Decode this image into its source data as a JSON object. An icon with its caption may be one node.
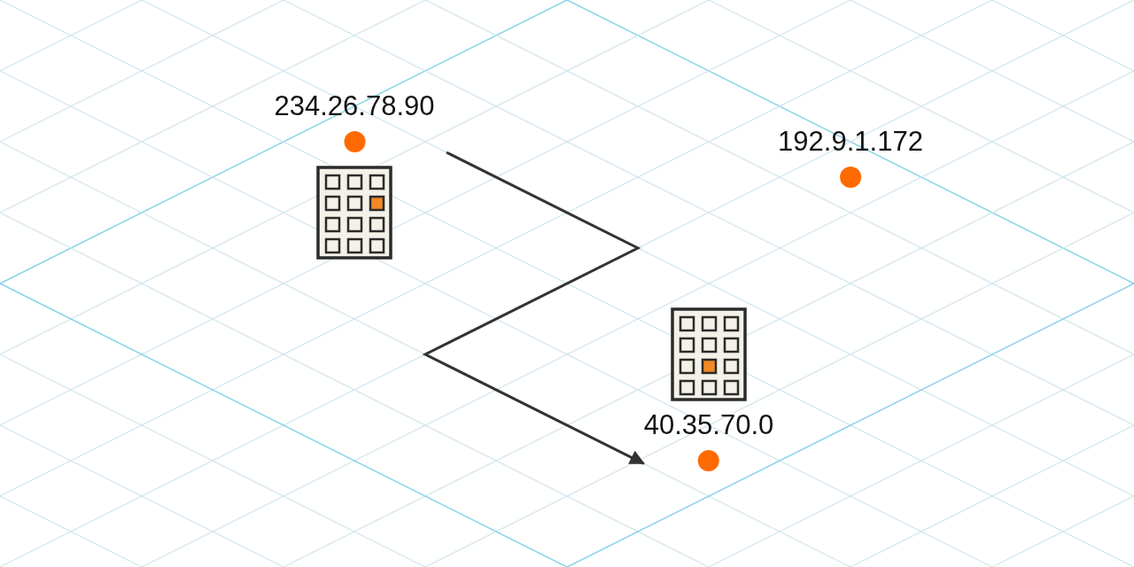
{
  "diagram": {
    "nodes": [
      {
        "text": [
          "234.26.78.90"
        ]
      },
      {
        "text": [
          "192.9.1.172"
        ]
      },
      {
        "text": [
          "40.35.70.0"
        ]
      }
    ],
    "edges": [
      {
        "from": 0,
        "to": 2,
        "arrow": "to"
      }
    ]
  }
}
